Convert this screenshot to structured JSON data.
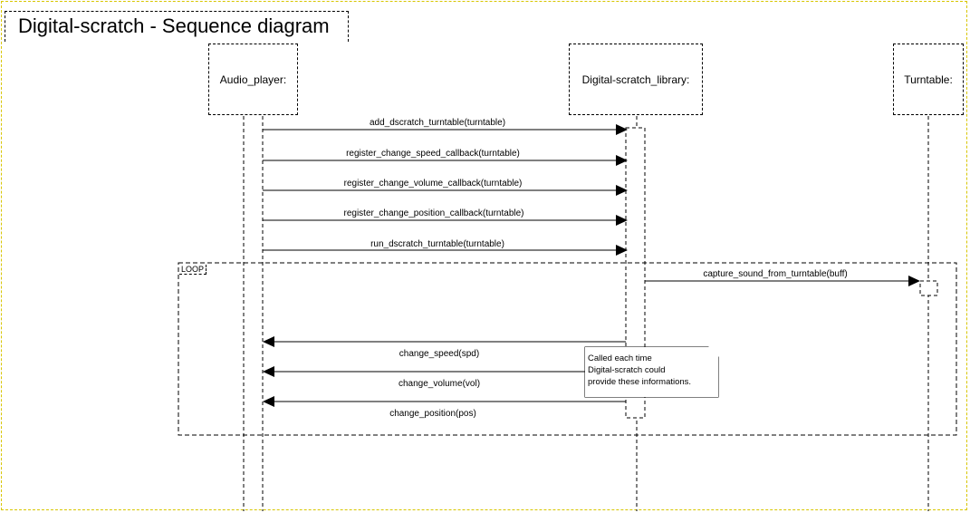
{
  "title": "Digital-scratch - Sequence diagram",
  "actors": [
    {
      "name": "Audio_player:"
    },
    {
      "name": "Digital-scratch_library:"
    },
    {
      "name": "Turntable:"
    }
  ],
  "messages": [
    {
      "label": "add_dscratch_turntable(turntable)",
      "from": "Audio_player:",
      "to": "Digital-scratch_library:"
    },
    {
      "label": "register_change_speed_callback(turntable)",
      "from": "Audio_player:",
      "to": "Digital-scratch_library:"
    },
    {
      "label": "register_change_volume_callback(turntable)",
      "from": "Audio_player:",
      "to": "Digital-scratch_library:"
    },
    {
      "label": "register_change_position_callback(turntable)",
      "from": "Audio_player:",
      "to": "Digital-scratch_library:"
    },
    {
      "label": "run_dscratch_turntable(turntable)",
      "from": "Audio_player:",
      "to": "Digital-scratch_library:"
    },
    {
      "label": "capture_sound_from_turntable(buff)",
      "from": "Digital-scratch_library:",
      "to": "Turntable:"
    },
    {
      "label": "change_speed(spd)",
      "from": "Digital-scratch_library:",
      "to": "Audio_player:"
    },
    {
      "label": "change_volume(vol)",
      "from": "Digital-scratch_library:",
      "to": "Audio_player:"
    },
    {
      "label": "change_position(pos)",
      "from": "Digital-scratch_library:",
      "to": "Audio_player:"
    }
  ],
  "fragment": {
    "label": "LOOP"
  },
  "note": {
    "lines": [
      "Called each time",
      "Digital-scratch could",
      "provide these informations."
    ]
  }
}
